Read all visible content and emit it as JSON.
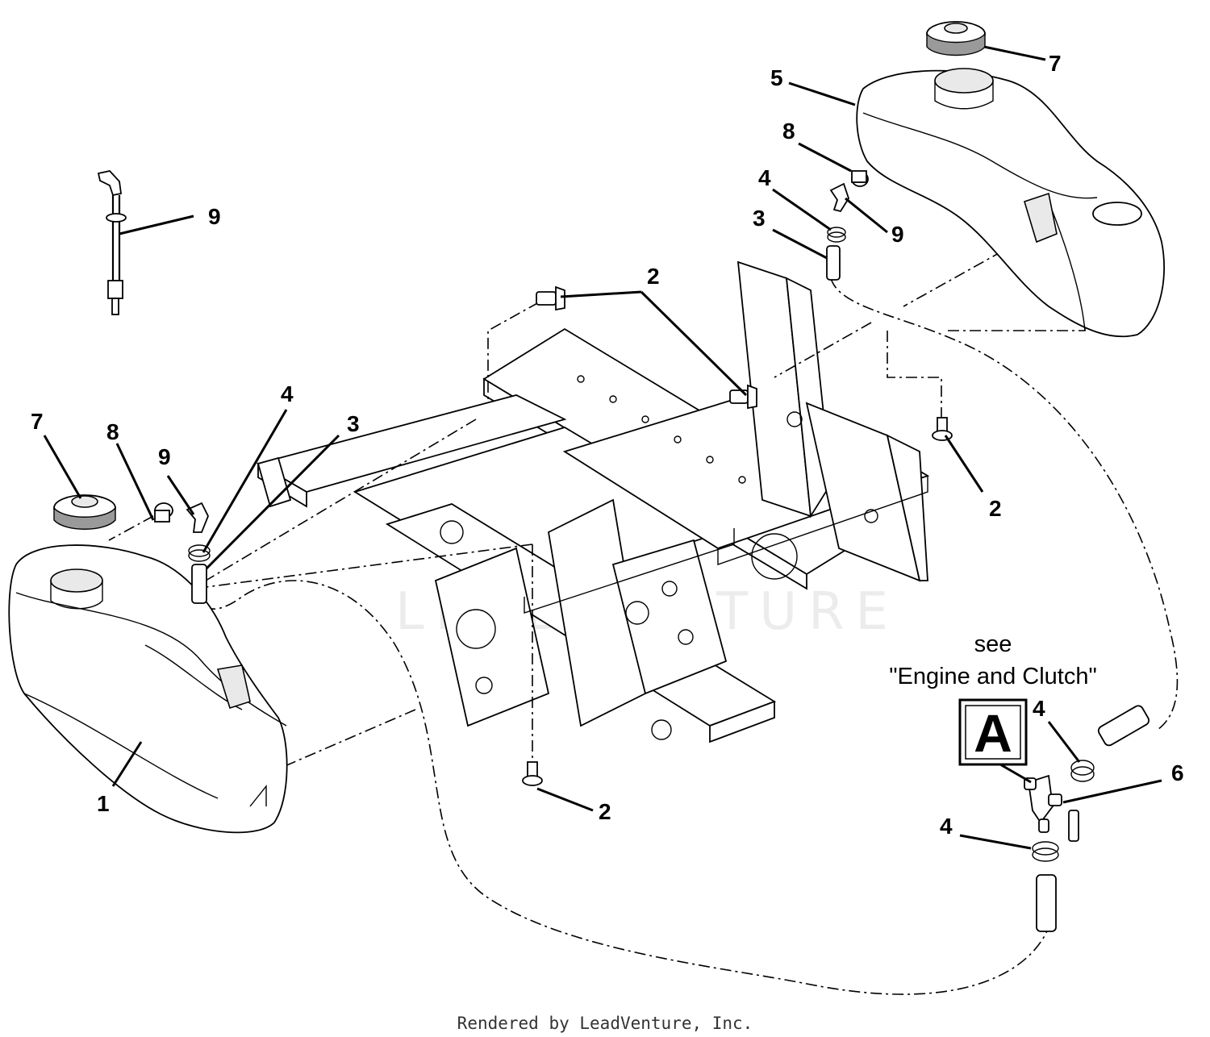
{
  "diagram": {
    "callouts": [
      {
        "id": "c7-right",
        "label": "7"
      },
      {
        "id": "c5",
        "label": "5"
      },
      {
        "id": "c8-right",
        "label": "8"
      },
      {
        "id": "c4-right-top",
        "label": "4"
      },
      {
        "id": "c9-right",
        "label": "9"
      },
      {
        "id": "c3-right",
        "label": "3"
      },
      {
        "id": "c9-left-top",
        "label": "9"
      },
      {
        "id": "c2-top",
        "label": "2"
      },
      {
        "id": "c4-left",
        "label": "4"
      },
      {
        "id": "c3-left",
        "label": "3"
      },
      {
        "id": "c7-left",
        "label": "7"
      },
      {
        "id": "c8-left",
        "label": "8"
      },
      {
        "id": "c9-left",
        "label": "9"
      },
      {
        "id": "c2-right",
        "label": "2"
      },
      {
        "id": "c1",
        "label": "1"
      },
      {
        "id": "c2-bottom",
        "label": "2"
      },
      {
        "id": "c4-lower-right-a",
        "label": "4"
      },
      {
        "id": "c6",
        "label": "6"
      },
      {
        "id": "c4-lower-right-b",
        "label": "4"
      }
    ],
    "reference_note": {
      "line1": "see",
      "line2": "\"Engine and Clutch\"",
      "box_letter": "A"
    },
    "watermark": "LEADVENTURE",
    "footer": "Rendered by LeadVenture, Inc."
  }
}
